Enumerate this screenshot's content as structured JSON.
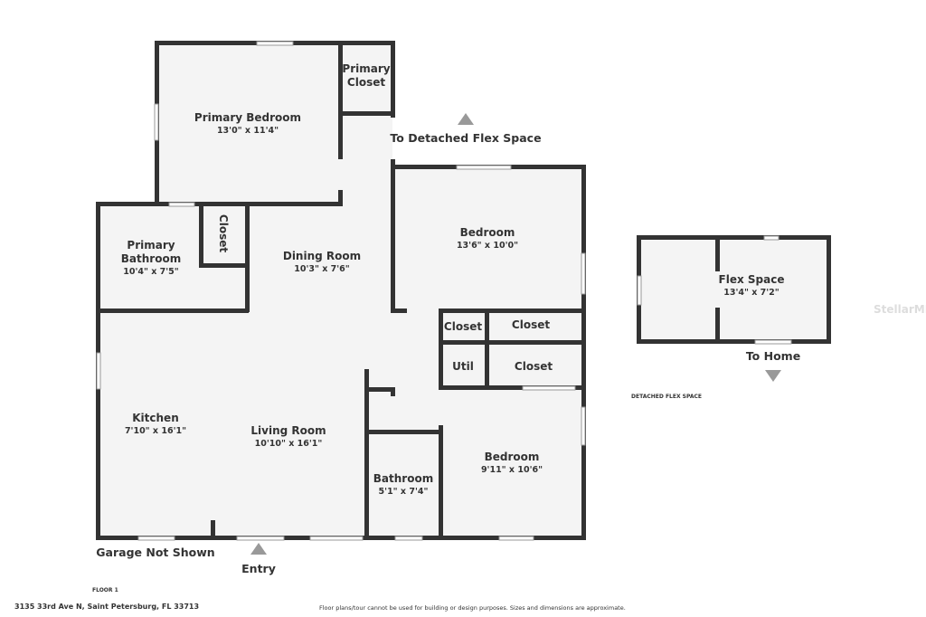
{
  "rooms": {
    "primary_bedroom": {
      "name": "Primary Bedroom",
      "dims": "13'0\" x 11'4\""
    },
    "primary_closet": {
      "name_1": "Primary",
      "name_2": "Closet"
    },
    "primary_bathroom": {
      "name_1": "Primary",
      "name_2": "Bathroom",
      "dims": "10'4\" x 7'5\""
    },
    "closet_vertical": {
      "name": "Closet"
    },
    "dining_room": {
      "name": "Dining Room",
      "dims": "10'3\" x 7'6\""
    },
    "bedroom_1": {
      "name": "Bedroom",
      "dims": "13'6\" x 10'0\""
    },
    "closet_small": {
      "name": "Closet"
    },
    "closet_right_1": {
      "name": "Closet"
    },
    "util": {
      "name": "Util"
    },
    "closet_right_2": {
      "name": "Closet"
    },
    "kitchen": {
      "name": "Kitchen",
      "dims": "7'10\" x 16'1\""
    },
    "living_room": {
      "name": "Living Room",
      "dims": "10'10\" x 16'1\""
    },
    "bathroom": {
      "name": "Bathroom",
      "dims": "5'1\" x 7'4\""
    },
    "bedroom_2": {
      "name": "Bedroom",
      "dims": "9'11\" x 10'6\""
    },
    "flex_space": {
      "name": "Flex Space",
      "dims": "13'4\" x 7'2\""
    }
  },
  "labels": {
    "to_detached": "To Detached Flex Space",
    "to_home": "To Home",
    "garage": "Garage Not Shown",
    "entry": "Entry",
    "detached_flex": "DETACHED FLEX SPACE",
    "floor": "FLOOR 1",
    "address": "3135 33rd Ave N, Saint Petersburg, FL 33713",
    "disclaimer": "Floor plans/tour cannot be used for building or design purposes. Sizes and dimensions are approximate.",
    "watermark": "StellarMLS"
  },
  "colors": {
    "wall": "#333333",
    "floor": "#f4f4f4",
    "arrow": "#999999"
  }
}
